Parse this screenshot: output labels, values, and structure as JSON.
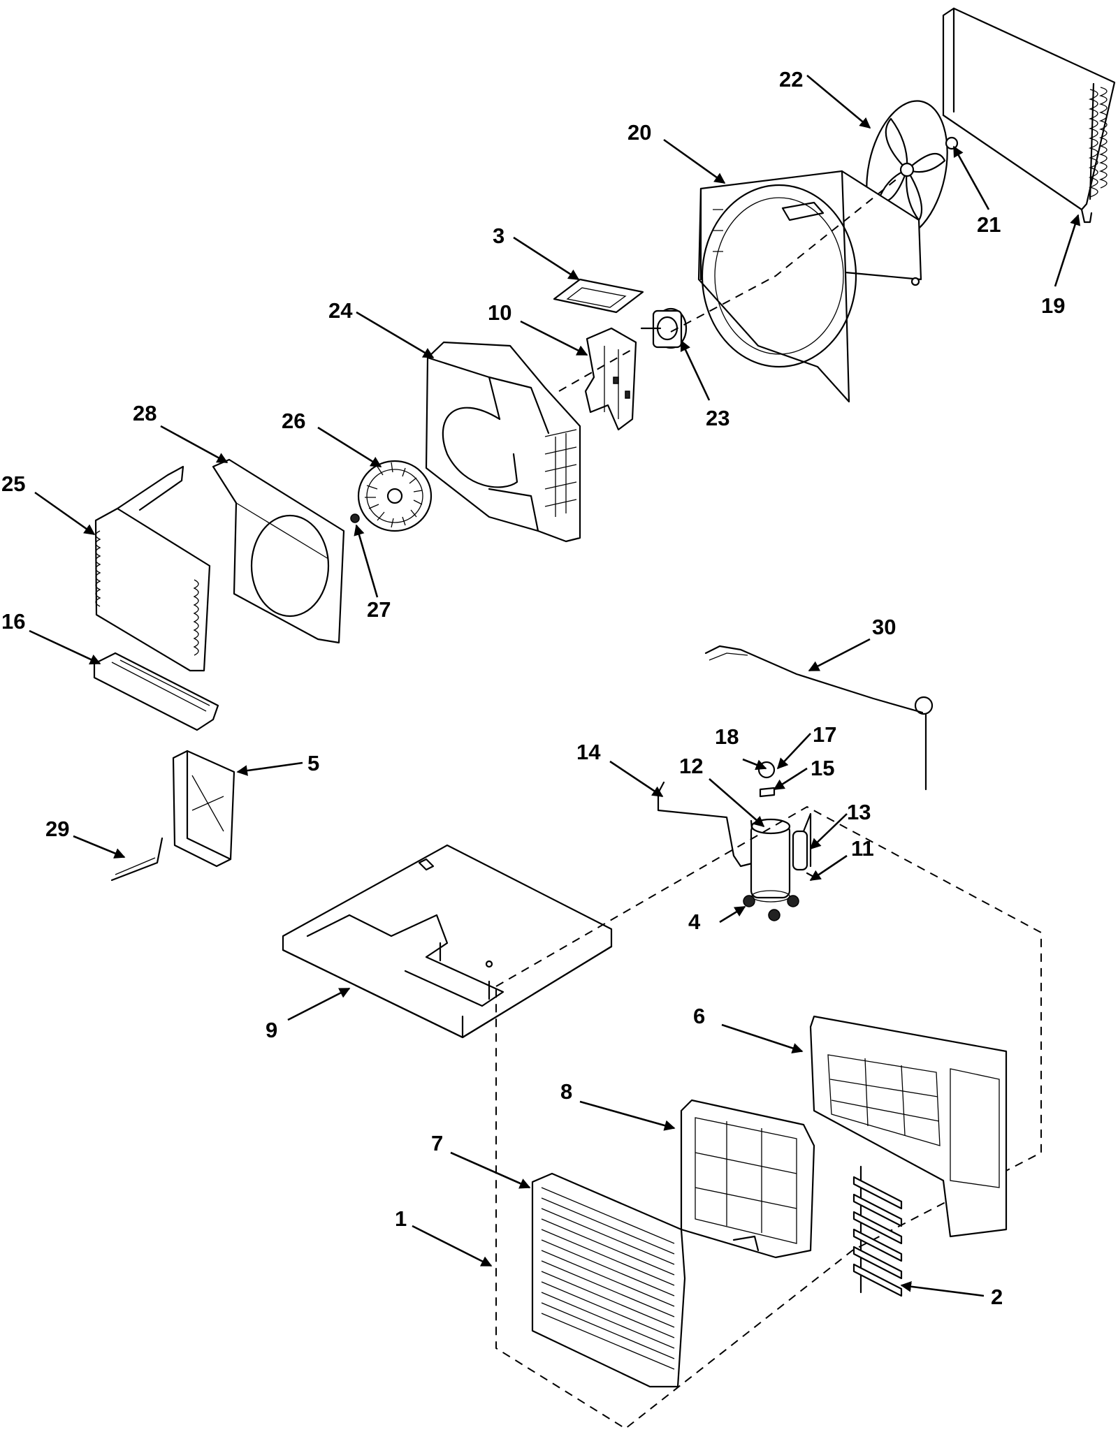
{
  "diagram": {
    "type": "exploded-parts-view",
    "callouts": [
      {
        "id": "1",
        "label": "1"
      },
      {
        "id": "2",
        "label": "2"
      },
      {
        "id": "3",
        "label": "3"
      },
      {
        "id": "4",
        "label": "4"
      },
      {
        "id": "5",
        "label": "5"
      },
      {
        "id": "6",
        "label": "6"
      },
      {
        "id": "7",
        "label": "7"
      },
      {
        "id": "8",
        "label": "8"
      },
      {
        "id": "9",
        "label": "9"
      },
      {
        "id": "10",
        "label": "10"
      },
      {
        "id": "11",
        "label": "11"
      },
      {
        "id": "12",
        "label": "12"
      },
      {
        "id": "13",
        "label": "13"
      },
      {
        "id": "14",
        "label": "14"
      },
      {
        "id": "15",
        "label": "15"
      },
      {
        "id": "16",
        "label": "16"
      },
      {
        "id": "17",
        "label": "17"
      },
      {
        "id": "18",
        "label": "18"
      },
      {
        "id": "19",
        "label": "19"
      },
      {
        "id": "20",
        "label": "20"
      },
      {
        "id": "21",
        "label": "21"
      },
      {
        "id": "22",
        "label": "22"
      },
      {
        "id": "23",
        "label": "23"
      },
      {
        "id": "24",
        "label": "24"
      },
      {
        "id": "25",
        "label": "25"
      },
      {
        "id": "26",
        "label": "26"
      },
      {
        "id": "27",
        "label": "27"
      },
      {
        "id": "28",
        "label": "28"
      },
      {
        "id": "29",
        "label": "29"
      },
      {
        "id": "30",
        "label": "30"
      }
    ]
  }
}
